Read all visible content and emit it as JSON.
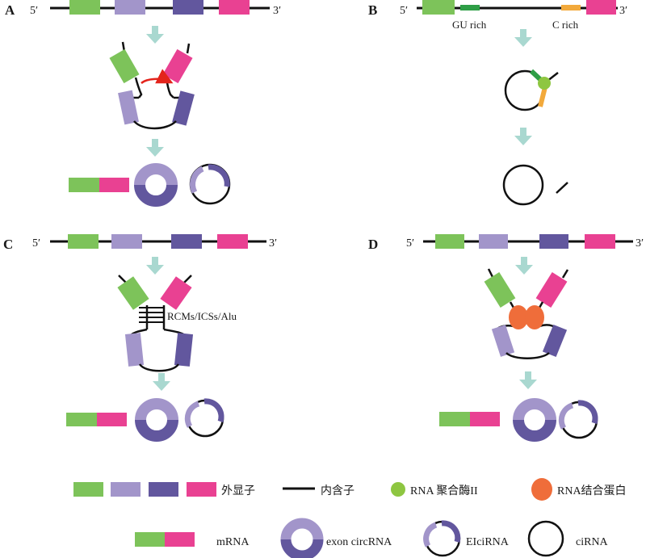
{
  "colors": {
    "exon1": "#7dc35a",
    "exon2": "#a295ca",
    "exon3": "#62579e",
    "exon4": "#e94192",
    "arrow": "#a9d8d0",
    "rbp": "#ef6d3a",
    "pol2": "#8ec641",
    "gu": "#2e9e46",
    "c_rich": "#f2a93b",
    "red_arrow": "#e3241c"
  },
  "panels": {
    "a": {
      "letter": "A",
      "five": "5′",
      "three": "3′"
    },
    "b": {
      "letter": "B",
      "five": "5′",
      "three": "3′",
      "gu_label": "GU rich",
      "c_label": "C rich"
    },
    "c": {
      "letter": "C",
      "five": "5′",
      "three": "3′",
      "repeat_label": "RCMs/ICSs/Alu"
    },
    "d": {
      "letter": "D",
      "five": "5′",
      "three": "3′"
    }
  },
  "legend": {
    "exon": "外显子",
    "intron": "内含子",
    "pol2": "RNA 聚合酶II",
    "rbp": "RNA结合蛋白",
    "mrna": "mRNA",
    "exon_circ": "exon circRNA",
    "eicirna": "EIciRNA",
    "cirna": "ciRNA"
  }
}
